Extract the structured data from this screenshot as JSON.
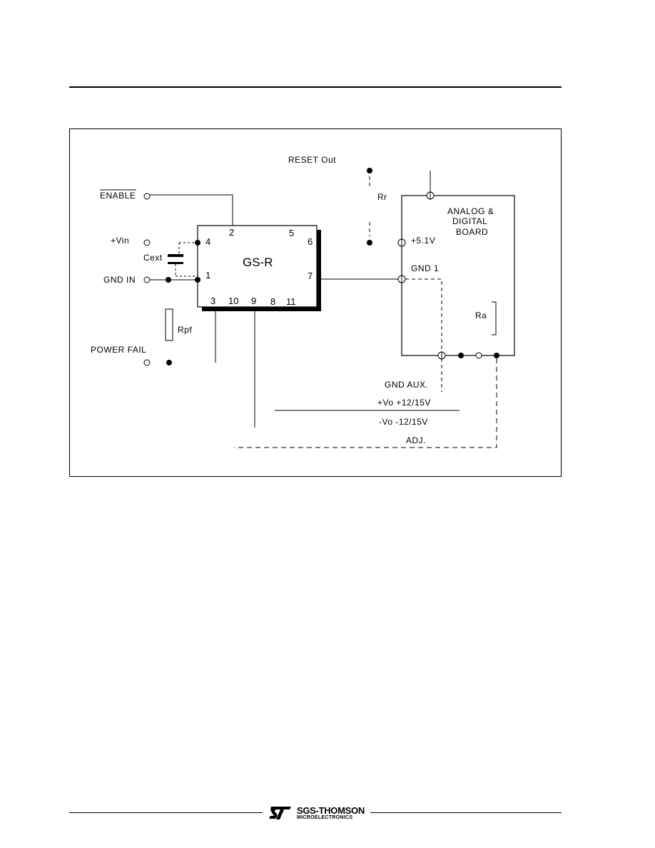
{
  "labels": {
    "reset_out": "RESET Out",
    "rr": "Rr",
    "enable": "ENABLE",
    "vin": "+Vin",
    "cext": "Cext",
    "gnd_in": "GND IN",
    "rpf": "Rpf",
    "power_fail": "POWER FAIL",
    "module": "GS-R",
    "board_line1": "ANALOG &",
    "board_line2": "DIGITAL",
    "board_line3": "BOARD",
    "v51": "+5.1V",
    "gnd1": "GND 1",
    "ra": "Ra",
    "gnd_aux": "GND AUX.",
    "vo_pos": "+Vo +12/15V",
    "vo_neg": "-Vo -12/15V",
    "adj": "ADJ."
  },
  "pins": {
    "p1": "1",
    "p2": "2",
    "p3": "3",
    "p4": "4",
    "p5": "5",
    "p6": "6",
    "p7": "7",
    "p8": "8",
    "p9": "9",
    "p10": "10",
    "p11": "11"
  },
  "footer": {
    "brand": "SGS-THOMSON",
    "sub": "MICROELECTRONICS"
  }
}
